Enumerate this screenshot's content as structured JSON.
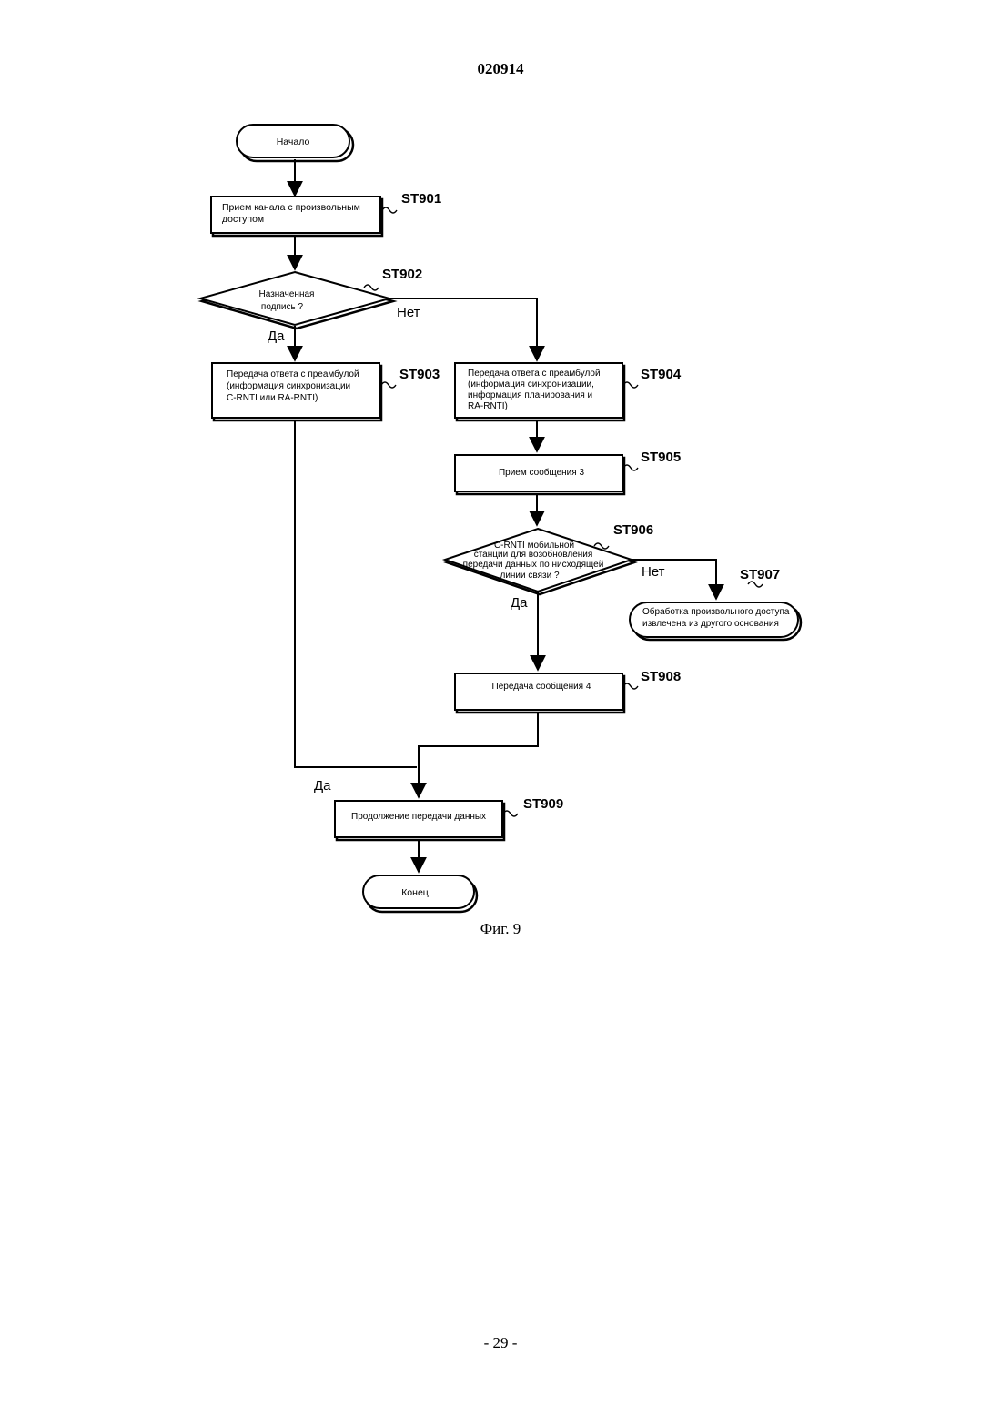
{
  "document": {
    "doc_number": "020914",
    "figure_caption": "Фиг. 9",
    "page_footer": "- 29 -"
  },
  "flowchart": {
    "start": {
      "label": "Начало"
    },
    "end": {
      "label": "Конец"
    },
    "steps": {
      "st901": {
        "id": "ST901",
        "lines": [
          "Прием канала с произвольным",
          "доступом"
        ]
      },
      "st902": {
        "id": "ST902",
        "lines": [
          "Назначенная",
          "подпись ?"
        ]
      },
      "st903": {
        "id": "ST903",
        "lines": [
          "Передача ответа с преамбулой",
          "(информация синхронизации",
          "C-RNTI или RA-RNTI)"
        ]
      },
      "st904": {
        "id": "ST904",
        "lines": [
          "Передача ответа с преамбулой",
          "(информация синхронизации,",
          "информация планирования и",
          "RA-RNTI)"
        ]
      },
      "st905": {
        "id": "ST905",
        "lines": [
          "Прием сообщения 3"
        ]
      },
      "st906": {
        "id": "ST906",
        "lines": [
          "C-RNTI мобильной",
          "станции для возобновления",
          "передачи данных по нисходящей",
          "линии связи ?"
        ]
      },
      "st907": {
        "id": "ST907",
        "lines": [
          "Обработка произвольного доступа",
          "извлечена из другого основания"
        ]
      },
      "st908": {
        "id": "ST908",
        "lines": [
          "Передача сообщения 4"
        ]
      },
      "st909": {
        "id": "ST909",
        "lines": [
          "Продолжение передачи данных"
        ]
      }
    },
    "branch_labels": {
      "st902_yes": "Да",
      "st902_no": "Нет",
      "st906_yes": "Да",
      "st906_no": "Нет",
      "merge_yes": "Да"
    }
  }
}
